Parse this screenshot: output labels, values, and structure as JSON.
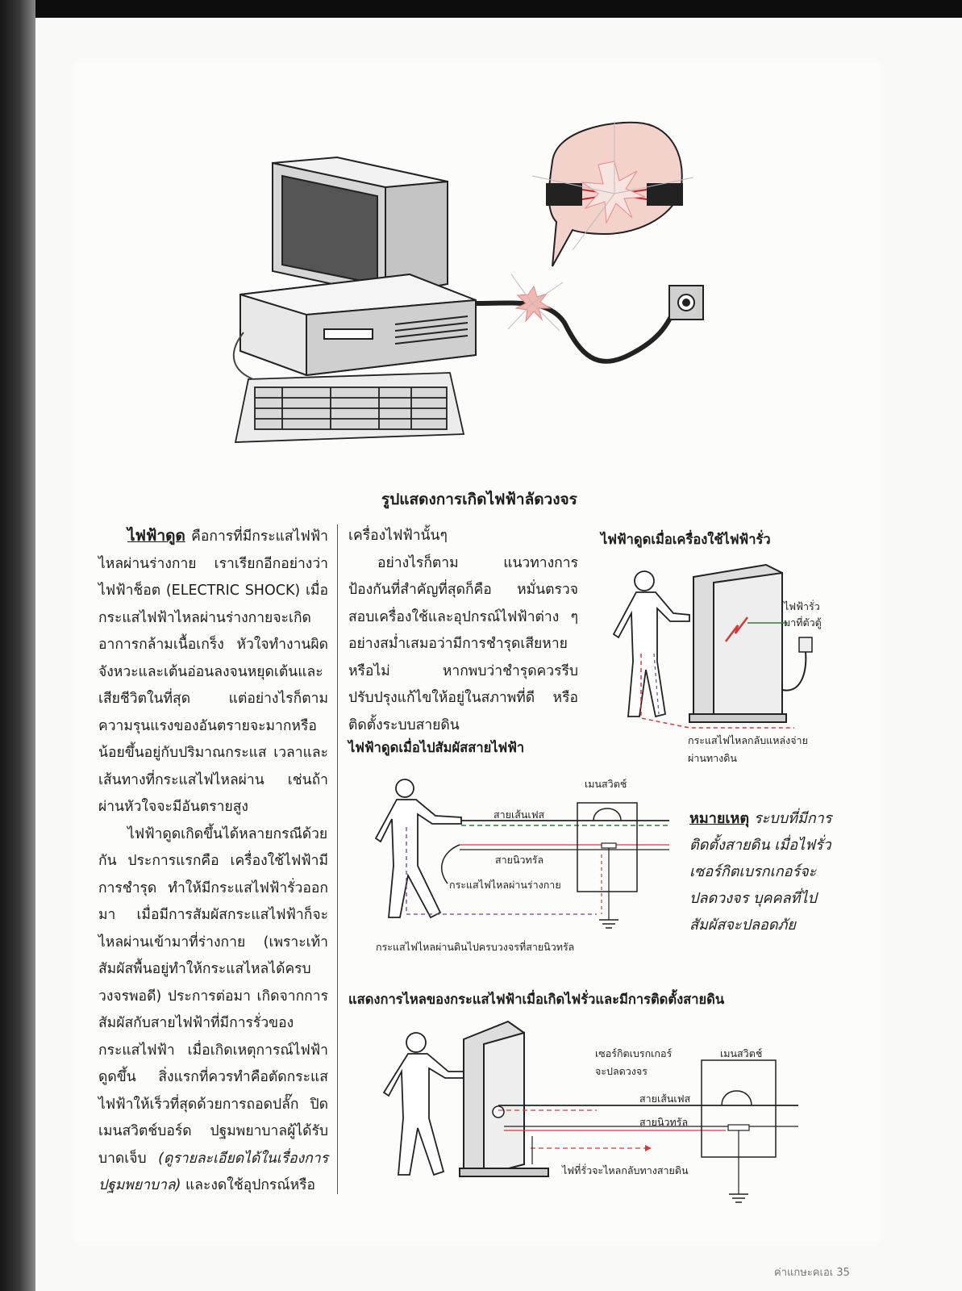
{
  "figure_main": {
    "caption": "รูปแสดงการเกิดไฟฟ้าลัดวงจร"
  },
  "column1": {
    "lead_term": "ไฟฟ้าดูด",
    "para1": "คือการที่มีกระแสไฟฟ้าไหลผ่านร่างกาย เราเรียกอีกอย่างว่าไฟฟ้าช็อต (ELECTRIC SHOCK) เมื่อกระแสไฟฟ้าไหลผ่านร่างกายจะเกิดอาการกล้ามเนื้อเกร็ง หัวใจทำงานผิดจังหวะและเต้นอ่อนลงจนหยุดเต้นและเสียชีวิตในที่สุด แต่อย่างไรก็ตามความรุนแรงของอันตรายจะมากหรือน้อยขึ้นอยู่กับปริมาณกระแส เวลาและเส้นทางที่กระแสไฟไหลผ่าน เช่นถ้าผ่านหัวใจจะมีอันตรายสูง",
    "para2": "ไฟฟ้าดูดเกิดขึ้นได้หลายกรณีด้วยกัน ประการแรกคือ เครื่องใช้ไฟฟ้ามีการชำรุด ทำให้มีกระแสไฟฟ้ารั่วออกมา เมื่อมีการสัมผัสกระแสไฟฟ้าก็จะไหลผ่านเข้ามาที่ร่างกาย (เพราะเท้าสัมผัสพื้นอยู่ทำให้กระแสไหลได้ครบวงจรพอดี) ประการต่อมา เกิดจากการสัมผัสกับสายไฟฟ้าที่มีการรั่วของกระแสไฟฟ้า เมื่อเกิดเหตุการณ์ไฟฟ้าดูดขึ้น สิ่งแรกที่ควรทำคือตัดกระแสไฟฟ้าให้เร็วที่สุดด้วยการถอดปลั๊ก ปิดเมนสวิตช์บอร์ด ปฐมพยาบาลผู้ได้รับบาดเจ็บ",
    "para2_italic": "(ดูรายละเอียดได้ในเรื่องการปฐมพยาบาล)",
    "para2_end": "และงดใช้อุปกรณ์หรือ"
  },
  "column2": {
    "line1": "เครื่องไฟฟ้านั้นๆ",
    "para": "อย่างไรก็ตาม แนวทางการป้องกันที่สำคัญที่สุดก็คือ หมั่นตรวจสอบเครื่องใช้และอุปกรณ์ไฟฟ้าต่าง ๆ อย่างสม่ำเสมอว่ามีการชำรุดเสียหายหรือไม่ หากพบว่าชำรุดควรรีบปรับปรุงแก้ไขให้อยู่ในสภาพที่ดี หรือติดตั้งระบบสายดิน"
  },
  "figure_appliance": {
    "title": "ไฟฟ้าดูดเมื่อเครื่องใช้ไฟฟ้ารั่ว",
    "label_leak_1": "ไฟฟ้ารั่ว",
    "label_leak_2": "มาที่ตัวตู้",
    "label_return_1": "กระแสไฟไหลกลับแหล่งจ่าย",
    "label_return_2": "ผ่านทางดิน"
  },
  "figure_wire": {
    "title": "ไฟฟ้าดูดเมื่อไปสัมผัสสายไฟฟ้า",
    "main_switch": "เมนสวิตช์",
    "phase_wire": "สายเส้นเฟส",
    "neutral_wire": "สายนิวทรัล",
    "body_current": "กระแสไฟไหลผ่านร่างกาย",
    "ground_current": "กระแสไฟไหลผ่านดินไปครบวงจรที่สายนิวทรัล"
  },
  "note": {
    "label": "หมายเหตุ",
    "text": "ระบบที่มีการติดตั้งสายดิน เมื่อไฟรั่วเซอร์กิตเบรกเกอร์จะปลดวงจร บุคคลที่ไปสัมผัสจะปลอดภัย"
  },
  "figure_ground": {
    "title": "แสดงการไหลของกระแสไฟฟ้าเมื่อเกิดไฟรั่วและมีการติดตั้งสายดิน",
    "breaker_1": "เซอร์กิตเบรกเกอร์",
    "breaker_2": "จะปลดวงจร",
    "main_switch": "เมนสวิตช์",
    "phase_wire": "สายเส้นเฟส",
    "neutral_wire": "สายนิวทรัล",
    "ground_return": "ไฟที่รั่วจะไหลกลับทางสายดิน"
  },
  "footer": {
    "folio": "ค่าแกษะคเอเ 35"
  },
  "colors": {
    "phase": "#2f7d3a",
    "neutral": "#d23a3a",
    "ground": "#6a3fa0",
    "spark": "#f0b8b0"
  }
}
